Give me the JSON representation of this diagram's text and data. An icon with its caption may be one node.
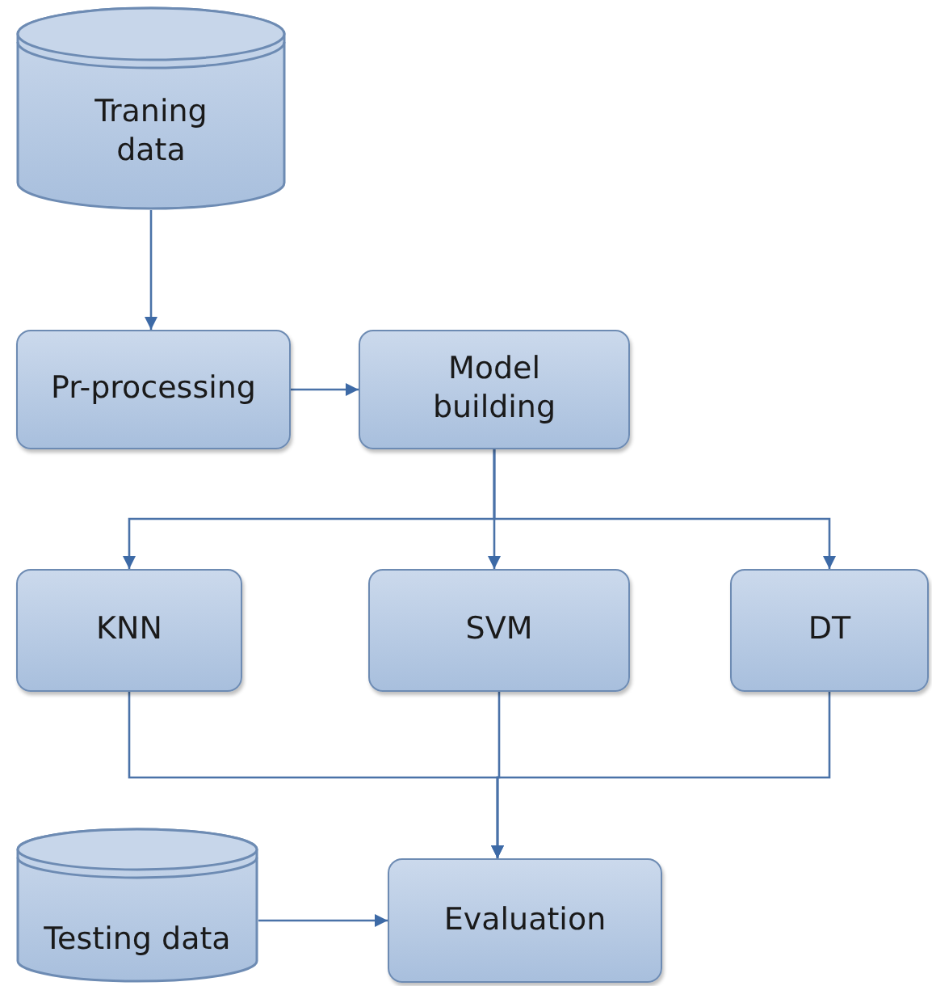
{
  "diagram": {
    "nodes": [
      {
        "text": [
          "Traning data"
        ]
      },
      {
        "text": [
          "Pr-processing"
        ]
      },
      {
        "text": [
          "Model building"
        ]
      },
      {
        "text": [
          "KNN"
        ]
      },
      {
        "text": [
          "SVM"
        ]
      },
      {
        "text": [
          "DT"
        ]
      },
      {
        "text": [
          "Testing data"
        ]
      },
      {
        "text": [
          "Evaluation"
        ]
      }
    ],
    "edges": [
      {
        "from": 0,
        "to": 1,
        "arrow": "to"
      },
      {
        "from": 1,
        "to": 2,
        "arrow": "to"
      },
      {
        "from": 2,
        "to": 3,
        "arrow": "to"
      },
      {
        "from": 2,
        "to": 4,
        "arrow": "to"
      },
      {
        "from": 2,
        "to": 5,
        "arrow": "to"
      },
      {
        "from": 3,
        "to": 7,
        "arrow": "to"
      },
      {
        "from": 4,
        "to": 7,
        "arrow": "to"
      },
      {
        "from": 5,
        "to": 7,
        "arrow": "to"
      },
      {
        "from": 6,
        "to": 7,
        "arrow": "to"
      }
    ]
  }
}
